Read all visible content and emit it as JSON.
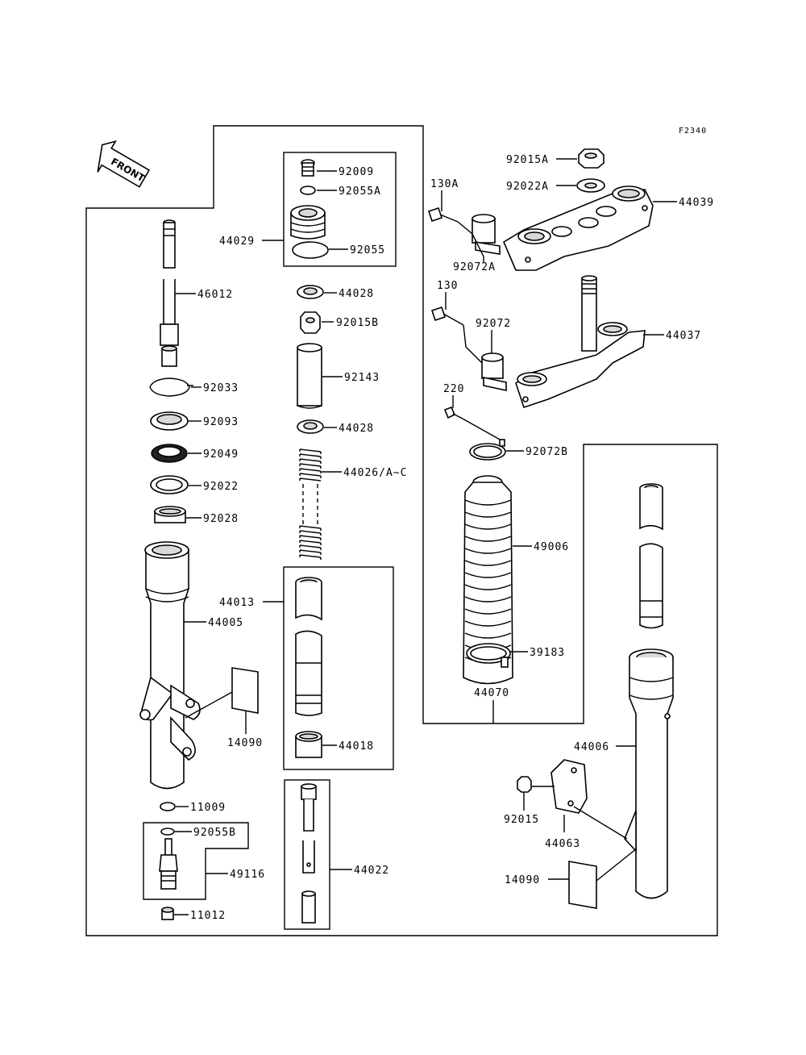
{
  "ref_code": "F2340",
  "front_label": "FRONT",
  "labels": {
    "p92009": "92009",
    "p92055A": "92055A",
    "p92055": "92055",
    "p44029": "44029",
    "p44028a": "44028",
    "p92015B": "92015B",
    "p92143": "92143",
    "p44028b": "44028",
    "p44026": "44026/A~C",
    "p44013": "44013",
    "p44018": "44018",
    "p44022": "44022",
    "p46012": "46012",
    "p92033": "92033",
    "p92093": "92093",
    "p92049": "92049",
    "p92022": "92022",
    "p92028": "92028",
    "p44005": "44005",
    "p14090a": "14090",
    "p11009": "11009",
    "p92055B": "92055B",
    "p49116": "49116",
    "p11012": "11012",
    "p92015A": "92015A",
    "p92022A": "92022A",
    "p44039": "44039",
    "p130A": "130A",
    "p92072A": "92072A",
    "p130": "130",
    "p92072": "92072",
    "p44037": "44037",
    "p220": "220",
    "p92072B": "92072B",
    "p49006": "49006",
    "p39183": "39183",
    "p44070": "44070",
    "p44006": "44006",
    "p92015": "92015",
    "p44063": "44063",
    "p14090b": "14090"
  }
}
